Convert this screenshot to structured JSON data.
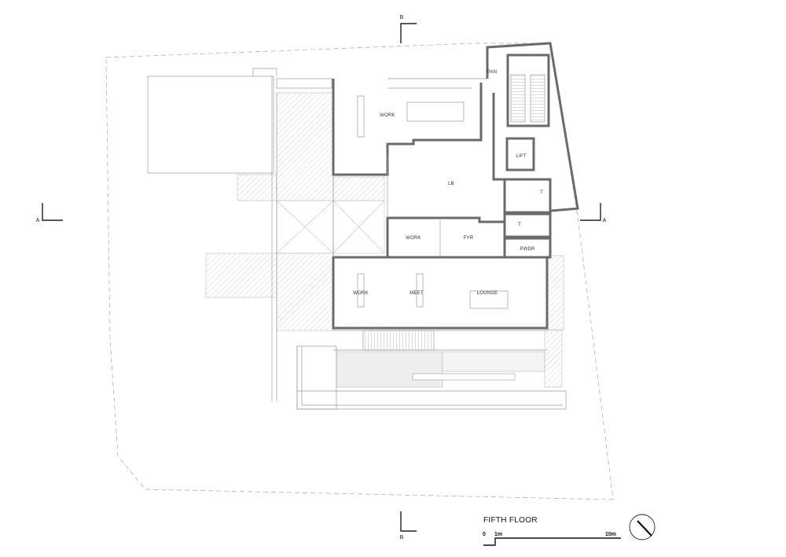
{
  "drawing": {
    "title": "FIFTH FLOOR",
    "section_markers": {
      "a_left": "A",
      "a_right": "A",
      "b_top": "B",
      "b_bottom": "B"
    },
    "scale_bar": {
      "zero": "0",
      "one": "1m",
      "ten": "10m"
    },
    "rooms": {
      "pan": "PAN",
      "work_top": "WORK",
      "lift": "LIFT",
      "lb": "LB",
      "t_upper": "T",
      "t_lower": "T",
      "work_mid": "WORK",
      "fyr": "FYR",
      "pwdr": "PWDR",
      "work_bottom": "WORK",
      "meet": "MEET",
      "lounge": "LOUNGE"
    },
    "colors": {
      "wall": "#6b6b6b",
      "line": "#9a9a9a",
      "hatch": "#c8c8c8",
      "background": "#ffffff"
    },
    "north_arrow_icon": "north-arrow-icon"
  }
}
